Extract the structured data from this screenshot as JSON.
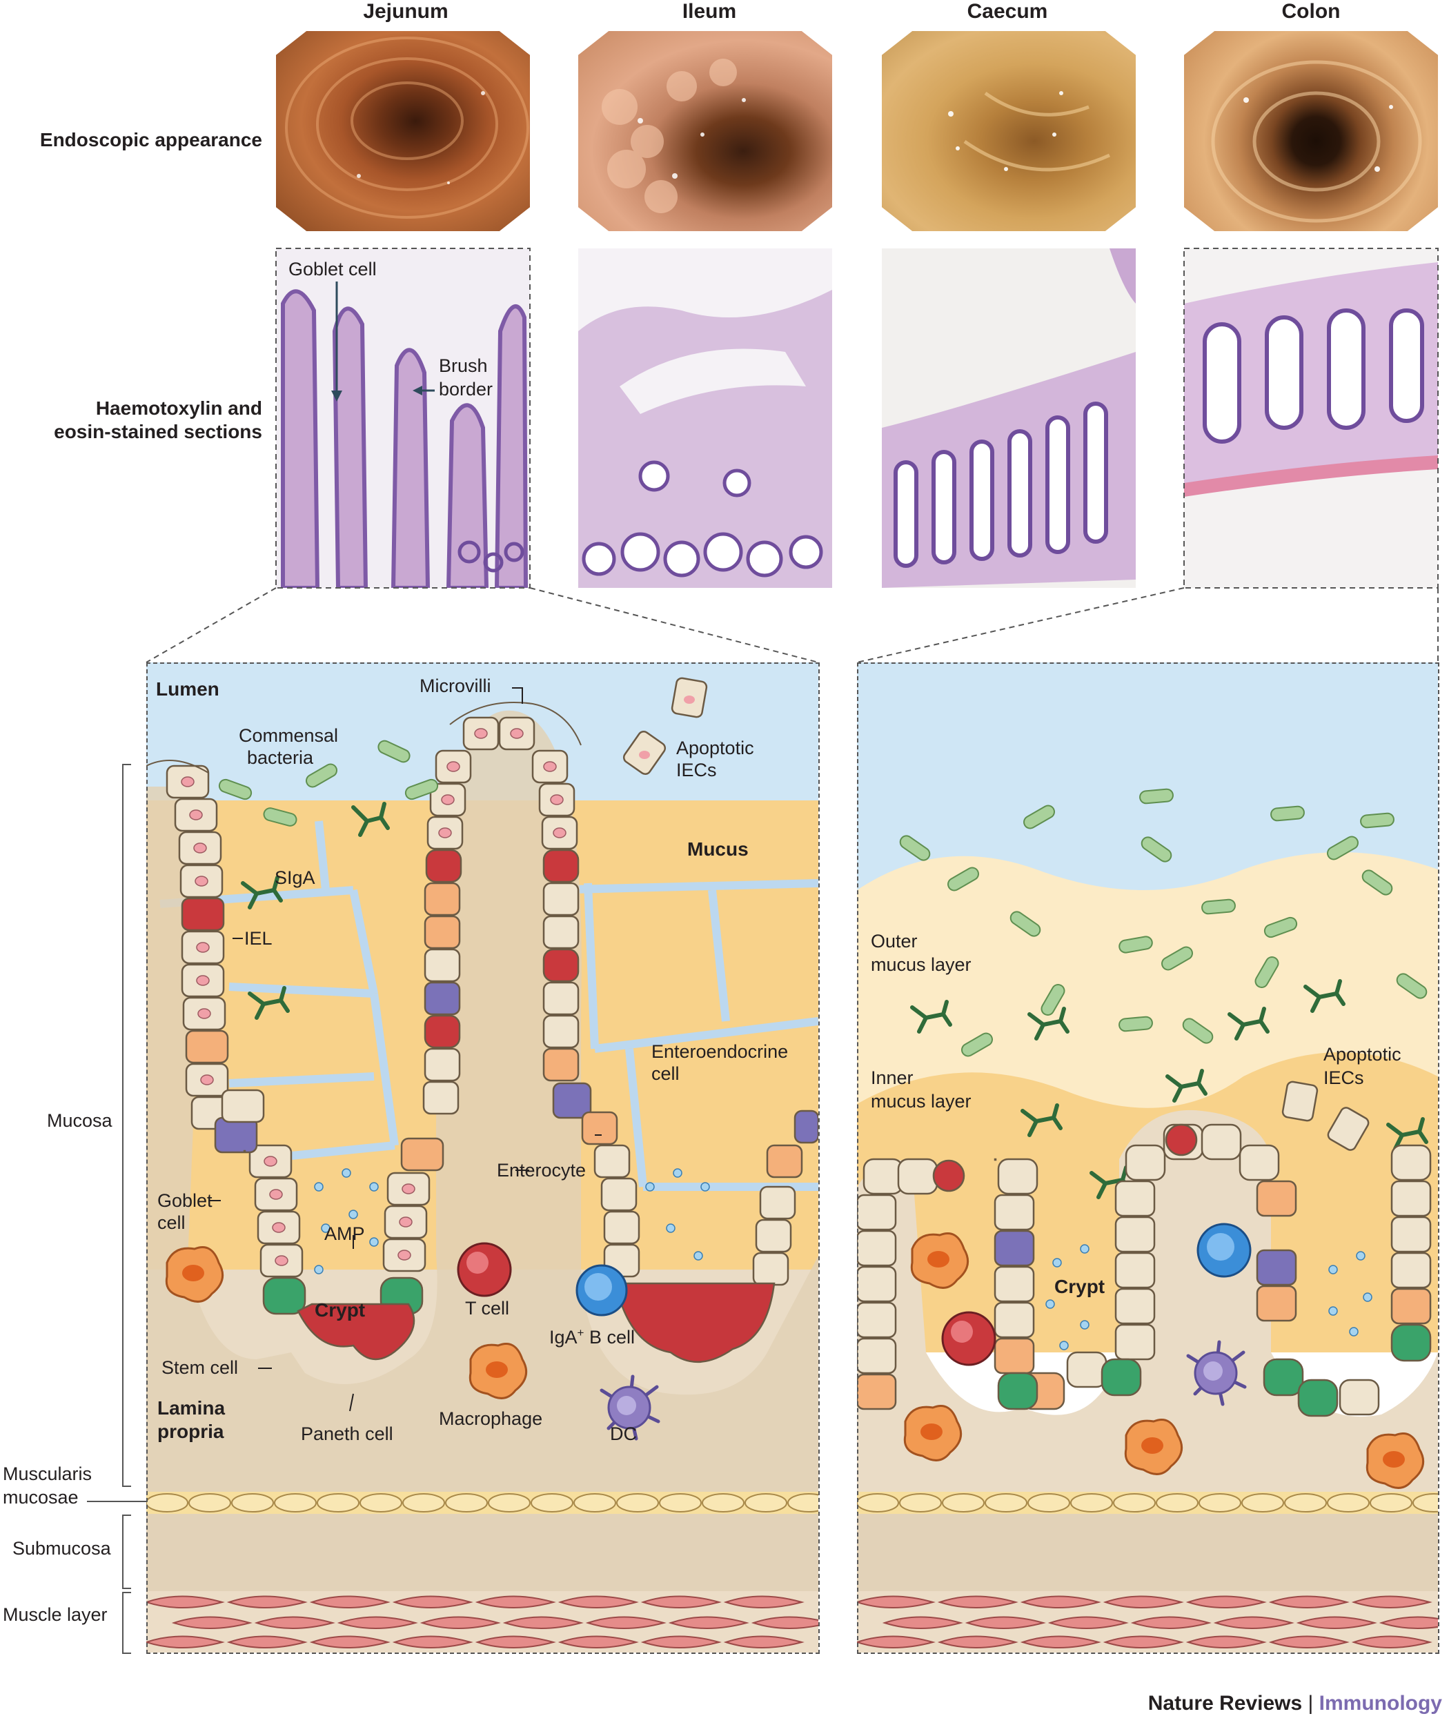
{
  "columns": [
    "Jejunum",
    "Ileum",
    "Caecum",
    "Colon"
  ],
  "rows": {
    "endoscopic": "Endoscopic appearance",
    "he_line1": "Haemotoxylin and",
    "he_line2": "eosin-stained sections"
  },
  "histo_labels": {
    "goblet": "Goblet cell",
    "brush1": "Brush",
    "brush2": "border"
  },
  "left_panel": {
    "lumen": "Lumen",
    "microvilli": "Microvilli",
    "commensal1": "Commensal",
    "commensal2": "bacteria",
    "apoptotic1": "Apoptotic",
    "apoptotic2": "IECs",
    "mucus": "Mucus",
    "sIgA": "SIgA",
    "iel": "IEL",
    "enteroendocrine1": "Enteroendocrine",
    "enteroendocrine2": "cell",
    "enterocyte": "Enterocyte",
    "goblet1": "Goblet",
    "goblet2": "cell",
    "amp": "AMP",
    "crypt": "Crypt",
    "tcell": "T cell",
    "bcell_pre": "IgA",
    "bcell_sup": "+",
    "bcell_post": " B cell",
    "stem": "Stem cell",
    "paneth": "Paneth cell",
    "macrophage": "Macrophage",
    "dc": "DC",
    "lamina1": "Lamina",
    "lamina2": "propria"
  },
  "right_panel": {
    "outer1": "Outer",
    "outer2": "mucus layer",
    "inner1": "Inner",
    "inner2": "mucus layer",
    "apoptotic1": "Apoptotic",
    "apoptotic2": "IECs",
    "crypt": "Crypt"
  },
  "side_labels": {
    "mucosa": "Mucosa",
    "muscularis1": "Muscularis",
    "muscularis2": "mucosae",
    "submucosa": "Submucosa",
    "muscle": "Muscle layer"
  },
  "footer": {
    "brand": "Nature Reviews",
    "separator": " | ",
    "journal": "Immunology"
  },
  "colors": {
    "lumen": "#cfe6f5",
    "mucus": "#f8d28a",
    "outer_mucus": "#fcebc6",
    "lamina": "#eadcc6",
    "submucosa": "#e2d2b8",
    "bacteria": "#a9d19b",
    "antibody": "#2f6b3a",
    "paneth": "#c6373c",
    "stem": "#3aa36a",
    "enteroendocrine": "#7b72b8",
    "iel": "#c9393d",
    "bcell": "#3b8ed8",
    "macrophage": "#f29a52",
    "dc": "#8f7ec2",
    "journal": "#7c6bb0"
  }
}
